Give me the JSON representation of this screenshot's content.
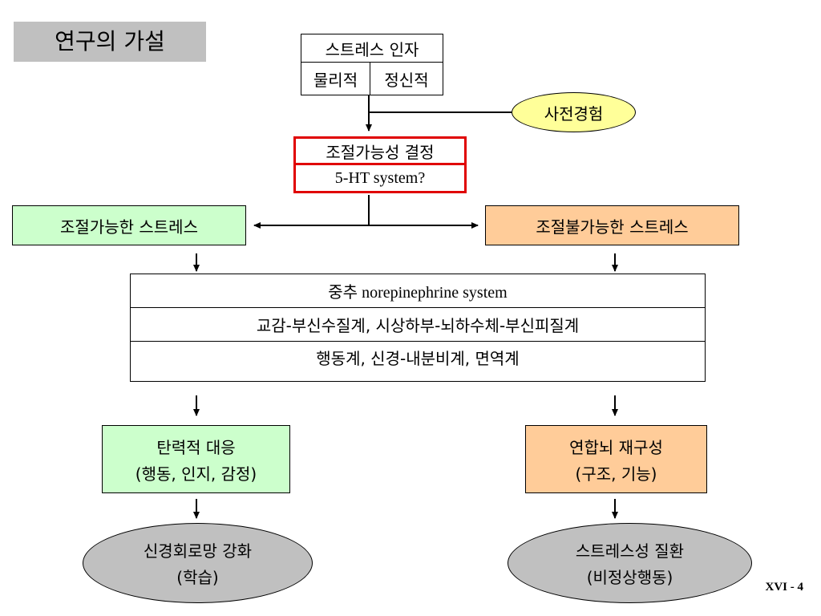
{
  "title": "연구의 가설",
  "stressor": {
    "header": "스트레스 인자",
    "left": "물리적",
    "right": "정신적"
  },
  "prior_experience": "사전경험",
  "control_decision": {
    "line1": "조절가능성 결정",
    "line2": "5-HT system?"
  },
  "controllable": "조절가능한 스트레스",
  "uncontrollable": "조절불가능한 스트레스",
  "systems": {
    "row1": "중추 norepinephrine system",
    "row2": "교감-부신수질계, 시상하부-뇌하수체-부신피질계",
    "row3": "행동계, 신경-내분비계, 면역계"
  },
  "resilient": {
    "line1": "탄력적 대응",
    "line2": "(행동, 인지, 감정)"
  },
  "restructure": {
    "line1": "연합뇌 재구성",
    "line2": "(구조, 기능)"
  },
  "neural": {
    "line1": "신경회로망 강화",
    "line2": "(학습)"
  },
  "disease": {
    "line1": "스트레스성 질환",
    "line2": "(비정상행동)"
  },
  "page_number": "XVI - 4",
  "colors": {
    "green": "#ccffcc",
    "orange": "#ffcc99",
    "red": "#e00000",
    "yellow": "#ffff99",
    "gray": "#c0c0c0"
  }
}
